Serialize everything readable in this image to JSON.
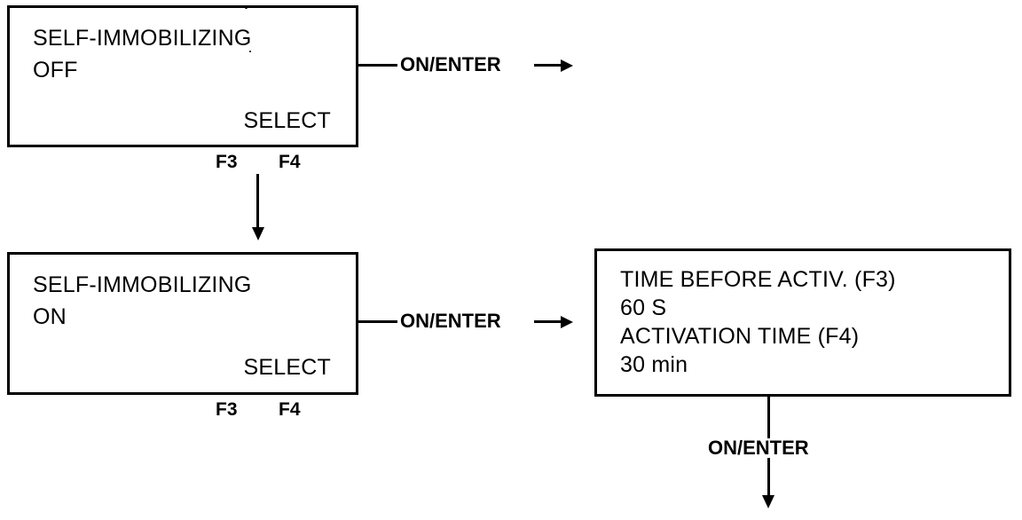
{
  "diagram": {
    "type": "flow-diagram",
    "description": "Display menu navigation flow for self-immobilizing function",
    "background_color": "#ffffff",
    "line_color": "#000000"
  },
  "boxes": [
    {
      "id": "screen-off",
      "lines": [
        "SELF-IMMOBILIZING",
        "OFF"
      ],
      "softkey_label": "SELECT",
      "function_keys": [
        "F3",
        "F4"
      ]
    },
    {
      "id": "screen-on",
      "lines": [
        "SELF-IMMOBILIZING",
        "ON"
      ],
      "softkey_label": "SELECT",
      "function_keys": [
        "F3",
        "F4"
      ]
    },
    {
      "id": "screen-timers",
      "lines": [
        "TIME BEFORE ACTIV. (F3)",
        "60 S",
        "ACTIVATION TIME (F4)",
        "30 min"
      ]
    }
  ],
  "edges": [
    {
      "id": "edge-off-right",
      "label": "ON/ENTER",
      "direction": "right"
    },
    {
      "id": "edge-off-to-on",
      "label": "",
      "direction": "down"
    },
    {
      "id": "edge-on-to-timers",
      "label": "ON/ENTER",
      "direction": "right"
    },
    {
      "id": "edge-timers-down",
      "label": "ON/ENTER",
      "direction": "down"
    }
  ]
}
